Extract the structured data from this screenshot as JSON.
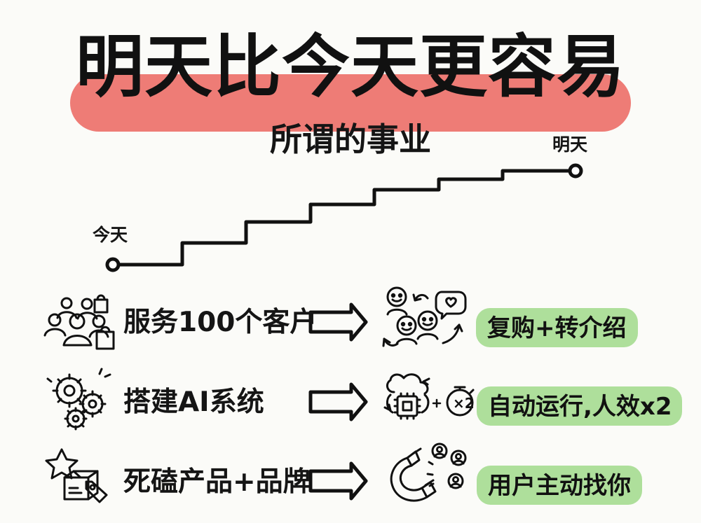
{
  "header": {
    "title": "明天比今天更容易",
    "subtitle": "所谓的事业"
  },
  "stairs": {
    "start_label": "今天",
    "end_label": "明天"
  },
  "rows": [
    {
      "label": "服务100个客户",
      "result": "复购+转介绍",
      "left_icon": "people-shopping-icon",
      "right_icon": "customer-referral-icon"
    },
    {
      "label": "搭建AI系统",
      "result": "自动运行,人效x2",
      "left_icon": "gears-icon",
      "right_icon": "ai-automation-icon"
    },
    {
      "label": "死磕产品+品牌",
      "result": "用户主动找你",
      "left_icon": "product-brand-icon",
      "right_icon": "magnet-users-icon"
    }
  ],
  "colors": {
    "title_highlight": "#ee7c76",
    "result_highlight": "#aedf9b",
    "ink": "#151515",
    "background": "#fbfbf8"
  }
}
